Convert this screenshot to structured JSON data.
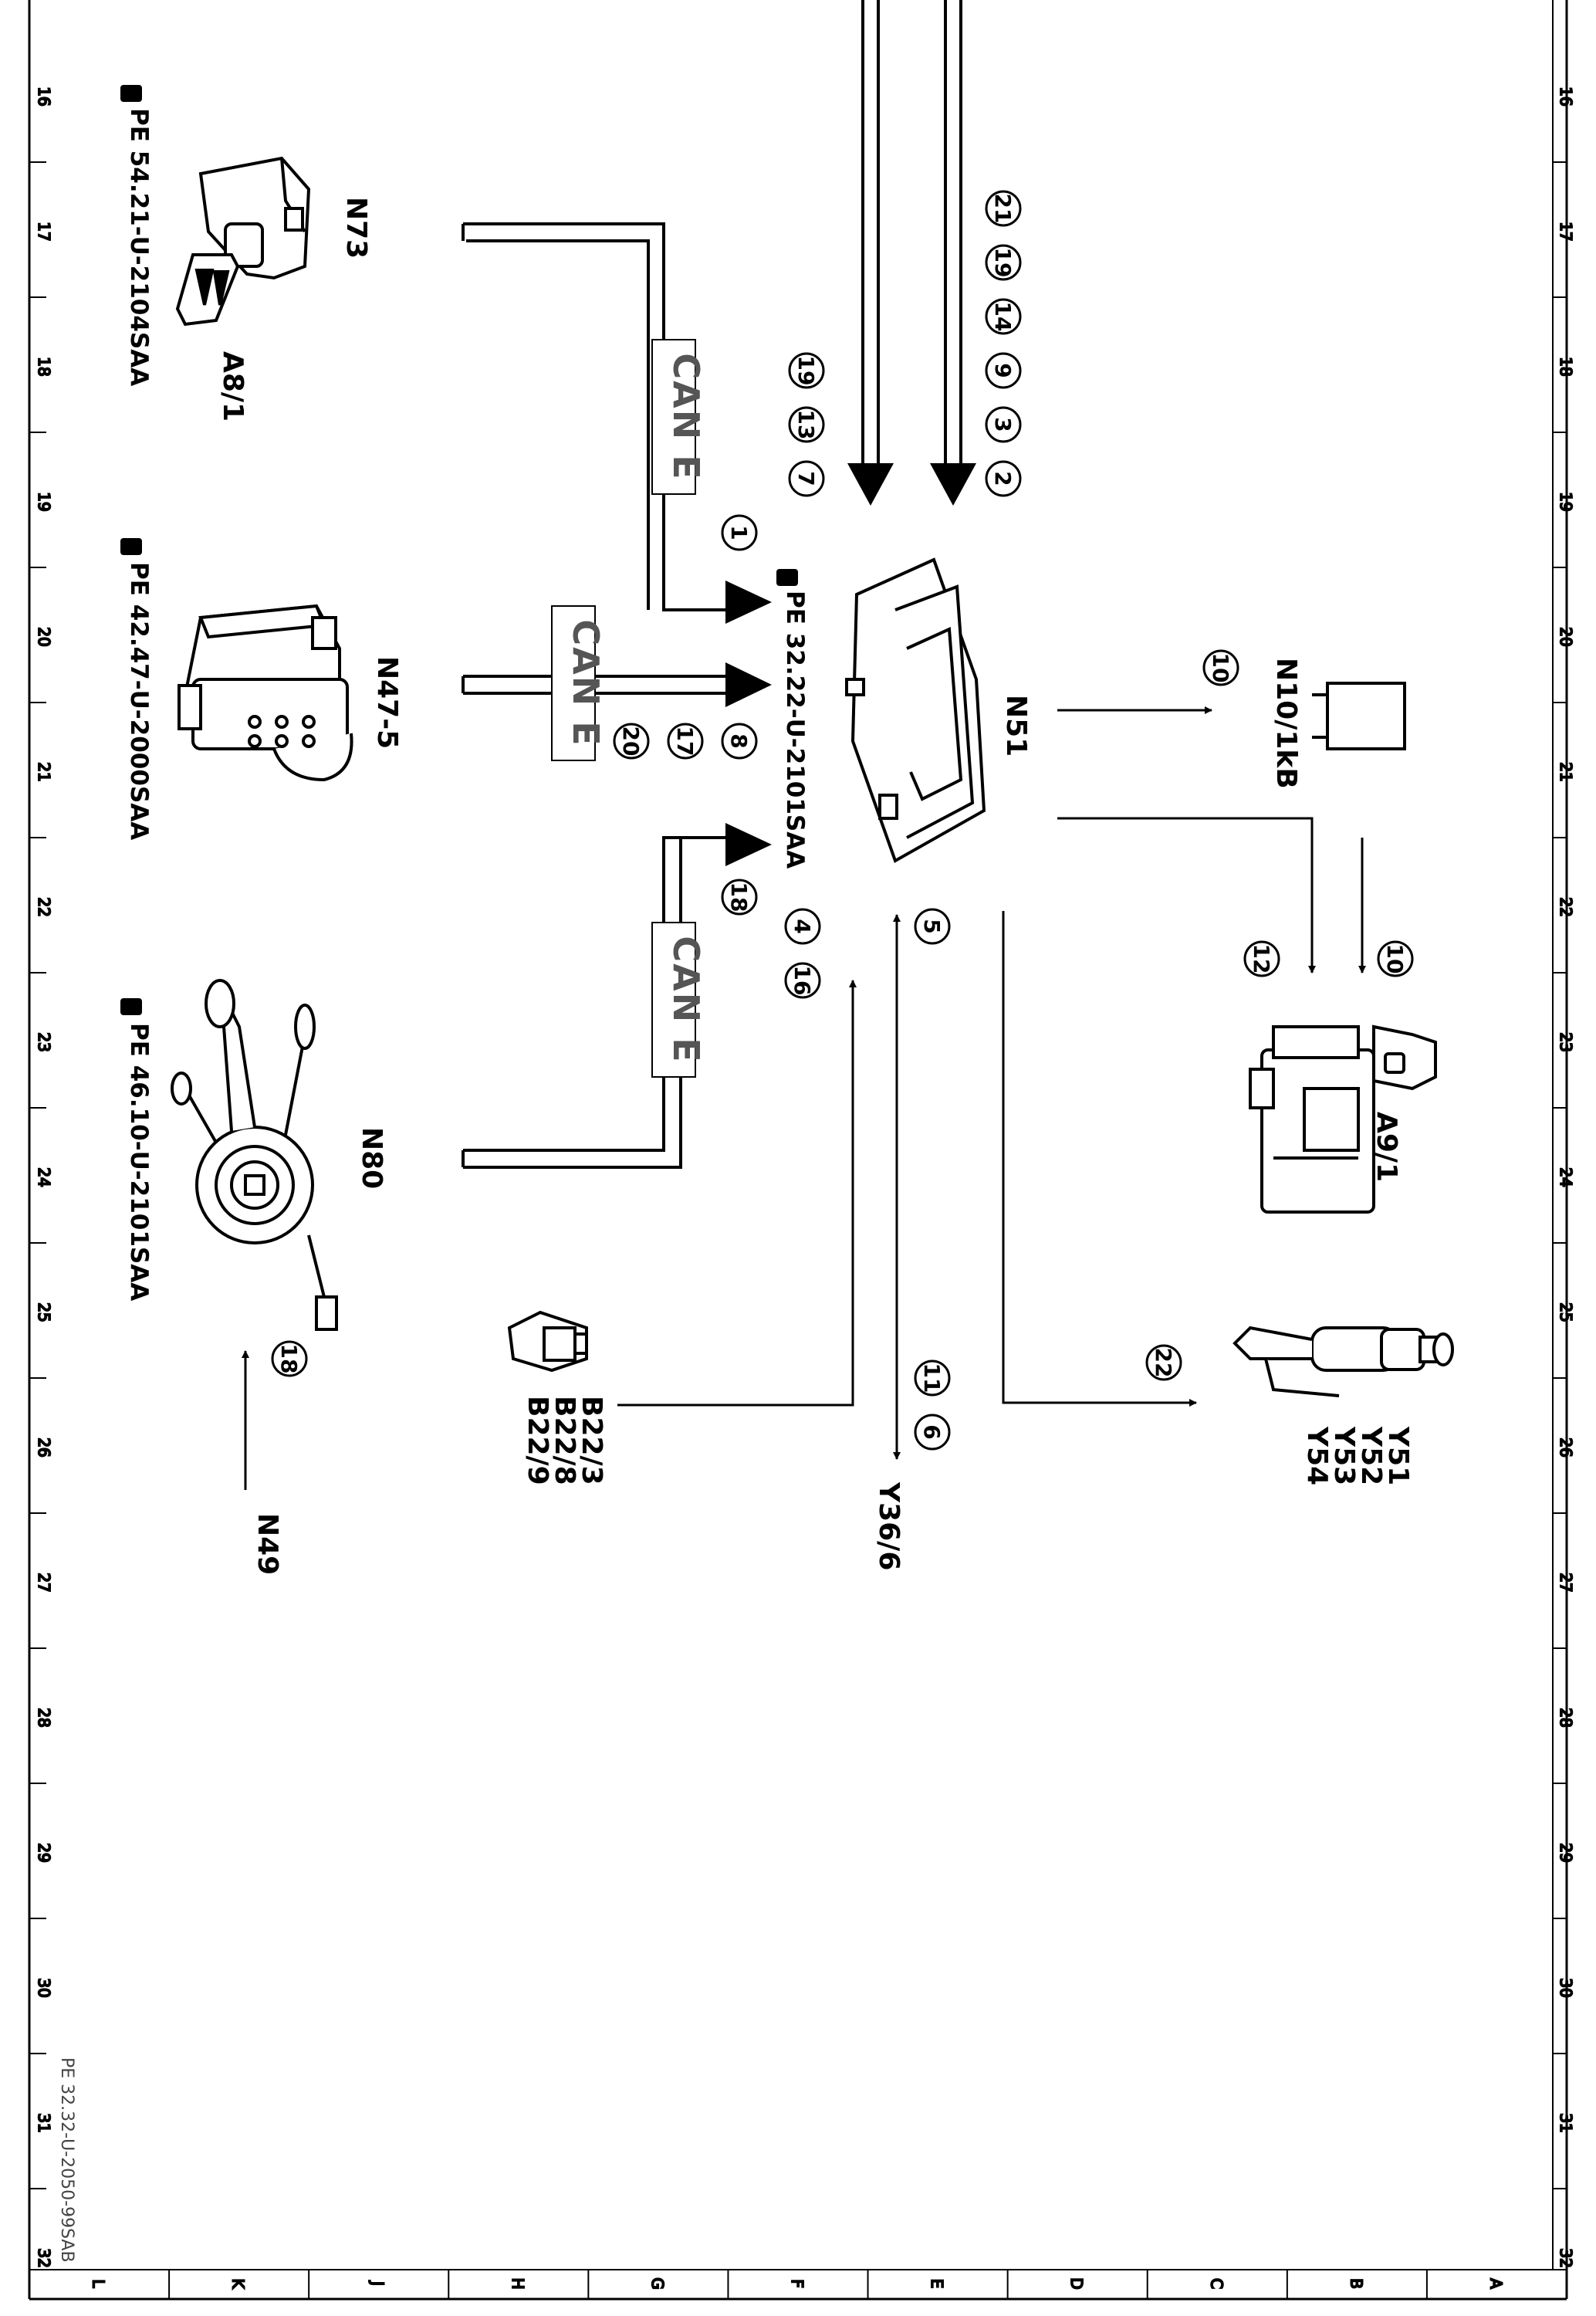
{
  "document_code": "PE 32.32-U-2050-99SAB",
  "grid": {
    "rows": [
      "16",
      "17",
      "18",
      "19",
      "20",
      "21",
      "22",
      "23",
      "24",
      "25",
      "26",
      "27",
      "28",
      "29",
      "30",
      "31",
      "32"
    ],
    "columns": [
      "L",
      "K",
      "J",
      "H",
      "G",
      "F",
      "E",
      "D",
      "C",
      "B",
      "A"
    ]
  },
  "components": {
    "n73": {
      "label": "N73",
      "ref": "PE 54.21-U-2104SAA",
      "sublabel": "A8/1"
    },
    "n47": {
      "label": "N47-5",
      "ref": "PE 42.47-U-2000SAA"
    },
    "n80": {
      "label": "N80",
      "ref": "PE 46.10-U-2101SAA"
    },
    "n51": {
      "label": "N51",
      "ref": "PE 32.22-U-2101SAA"
    },
    "n10": {
      "label": "N10/1kB"
    },
    "a91": {
      "label": "A9/1"
    },
    "y51": {
      "labels": [
        "Y51",
        "Y52",
        "Y53",
        "Y54"
      ]
    },
    "b22": {
      "labels": [
        "B22/3",
        "B22/8",
        "B22/9"
      ]
    },
    "y366": {
      "label": "Y36/6"
    },
    "n49": {
      "label": "N49"
    }
  },
  "bus_labels": [
    "CAN E",
    "CAN E",
    "CAN E"
  ],
  "callouts": {
    "top_right_arrow": [
      "2",
      "3",
      "9",
      "14",
      "19",
      "21"
    ],
    "top_left_arrow": [
      "7",
      "13",
      "19"
    ],
    "n73_in": "1",
    "n47_in": [
      "8",
      "17",
      "20"
    ],
    "n80_in": "18",
    "b22_in": [
      "4",
      "16"
    ],
    "y36": [
      "5",
      "11",
      "6"
    ],
    "n10": "10",
    "a91": [
      "12",
      "10"
    ],
    "y51": "22",
    "n49": "18"
  }
}
